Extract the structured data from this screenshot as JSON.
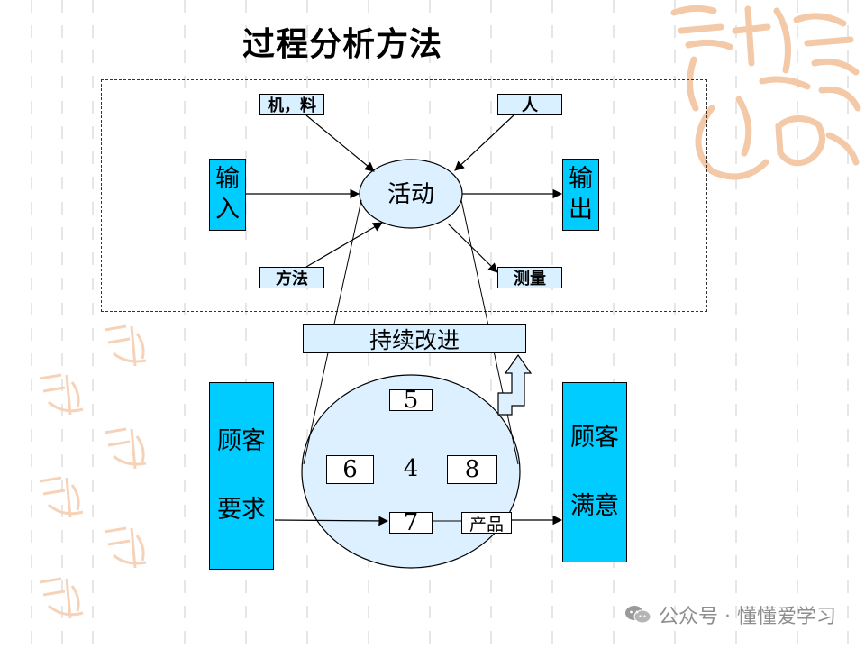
{
  "title": "过程分析方法",
  "nodes": {
    "machine_material": "机，料",
    "people": "人",
    "input": "输\n入",
    "activity": "活动",
    "output": "输\n出",
    "method": "方法",
    "measurement": "测量",
    "continuous_improvement": "持续改进",
    "customer_requirements": "顾客\n\n要求",
    "customer_satisfaction": "顾客\n\n满意",
    "step_5": "5",
    "step_6": "6",
    "step_4": "4",
    "step_8": "8",
    "step_7": "7",
    "product": "产品"
  },
  "watermark": {
    "text": "公众号 · 懂懂爱学习",
    "icon": "wechat-icon"
  },
  "colors": {
    "cyan_box": "#00ccff",
    "light_box": "#d8f0ff",
    "ellipse_fill": "#dcf0ff",
    "seal": "#f3c9a8"
  }
}
